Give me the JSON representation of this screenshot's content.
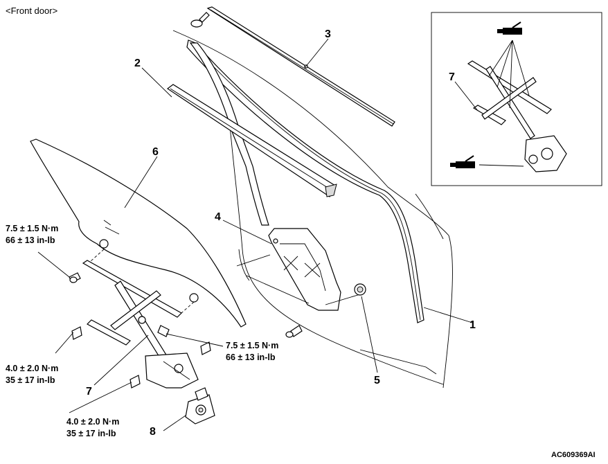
{
  "header": {
    "title": "<Front door>"
  },
  "callouts": [
    "1",
    "2",
    "3",
    "4",
    "5",
    "6",
    "7",
    "8"
  ],
  "inset": {
    "callout": "7"
  },
  "torques": [
    {
      "value": "7.5 ± 1.5 N·m",
      "alt": "66 ± 13 in-lb"
    },
    {
      "value": "7.5 ± 1.5 N·m",
      "alt": "66 ± 13 in-lb"
    },
    {
      "value": "4.0 ± 2.0 N·m",
      "alt": "35 ± 17 in-lb"
    },
    {
      "value": "4.0 ± 2.0 N·m",
      "alt": "35 ± 17 in-lb"
    }
  ],
  "footer": {
    "figure_id": "AC609369AI"
  },
  "icons": [
    "grease-gun-icon",
    "grease-gun-icon"
  ]
}
